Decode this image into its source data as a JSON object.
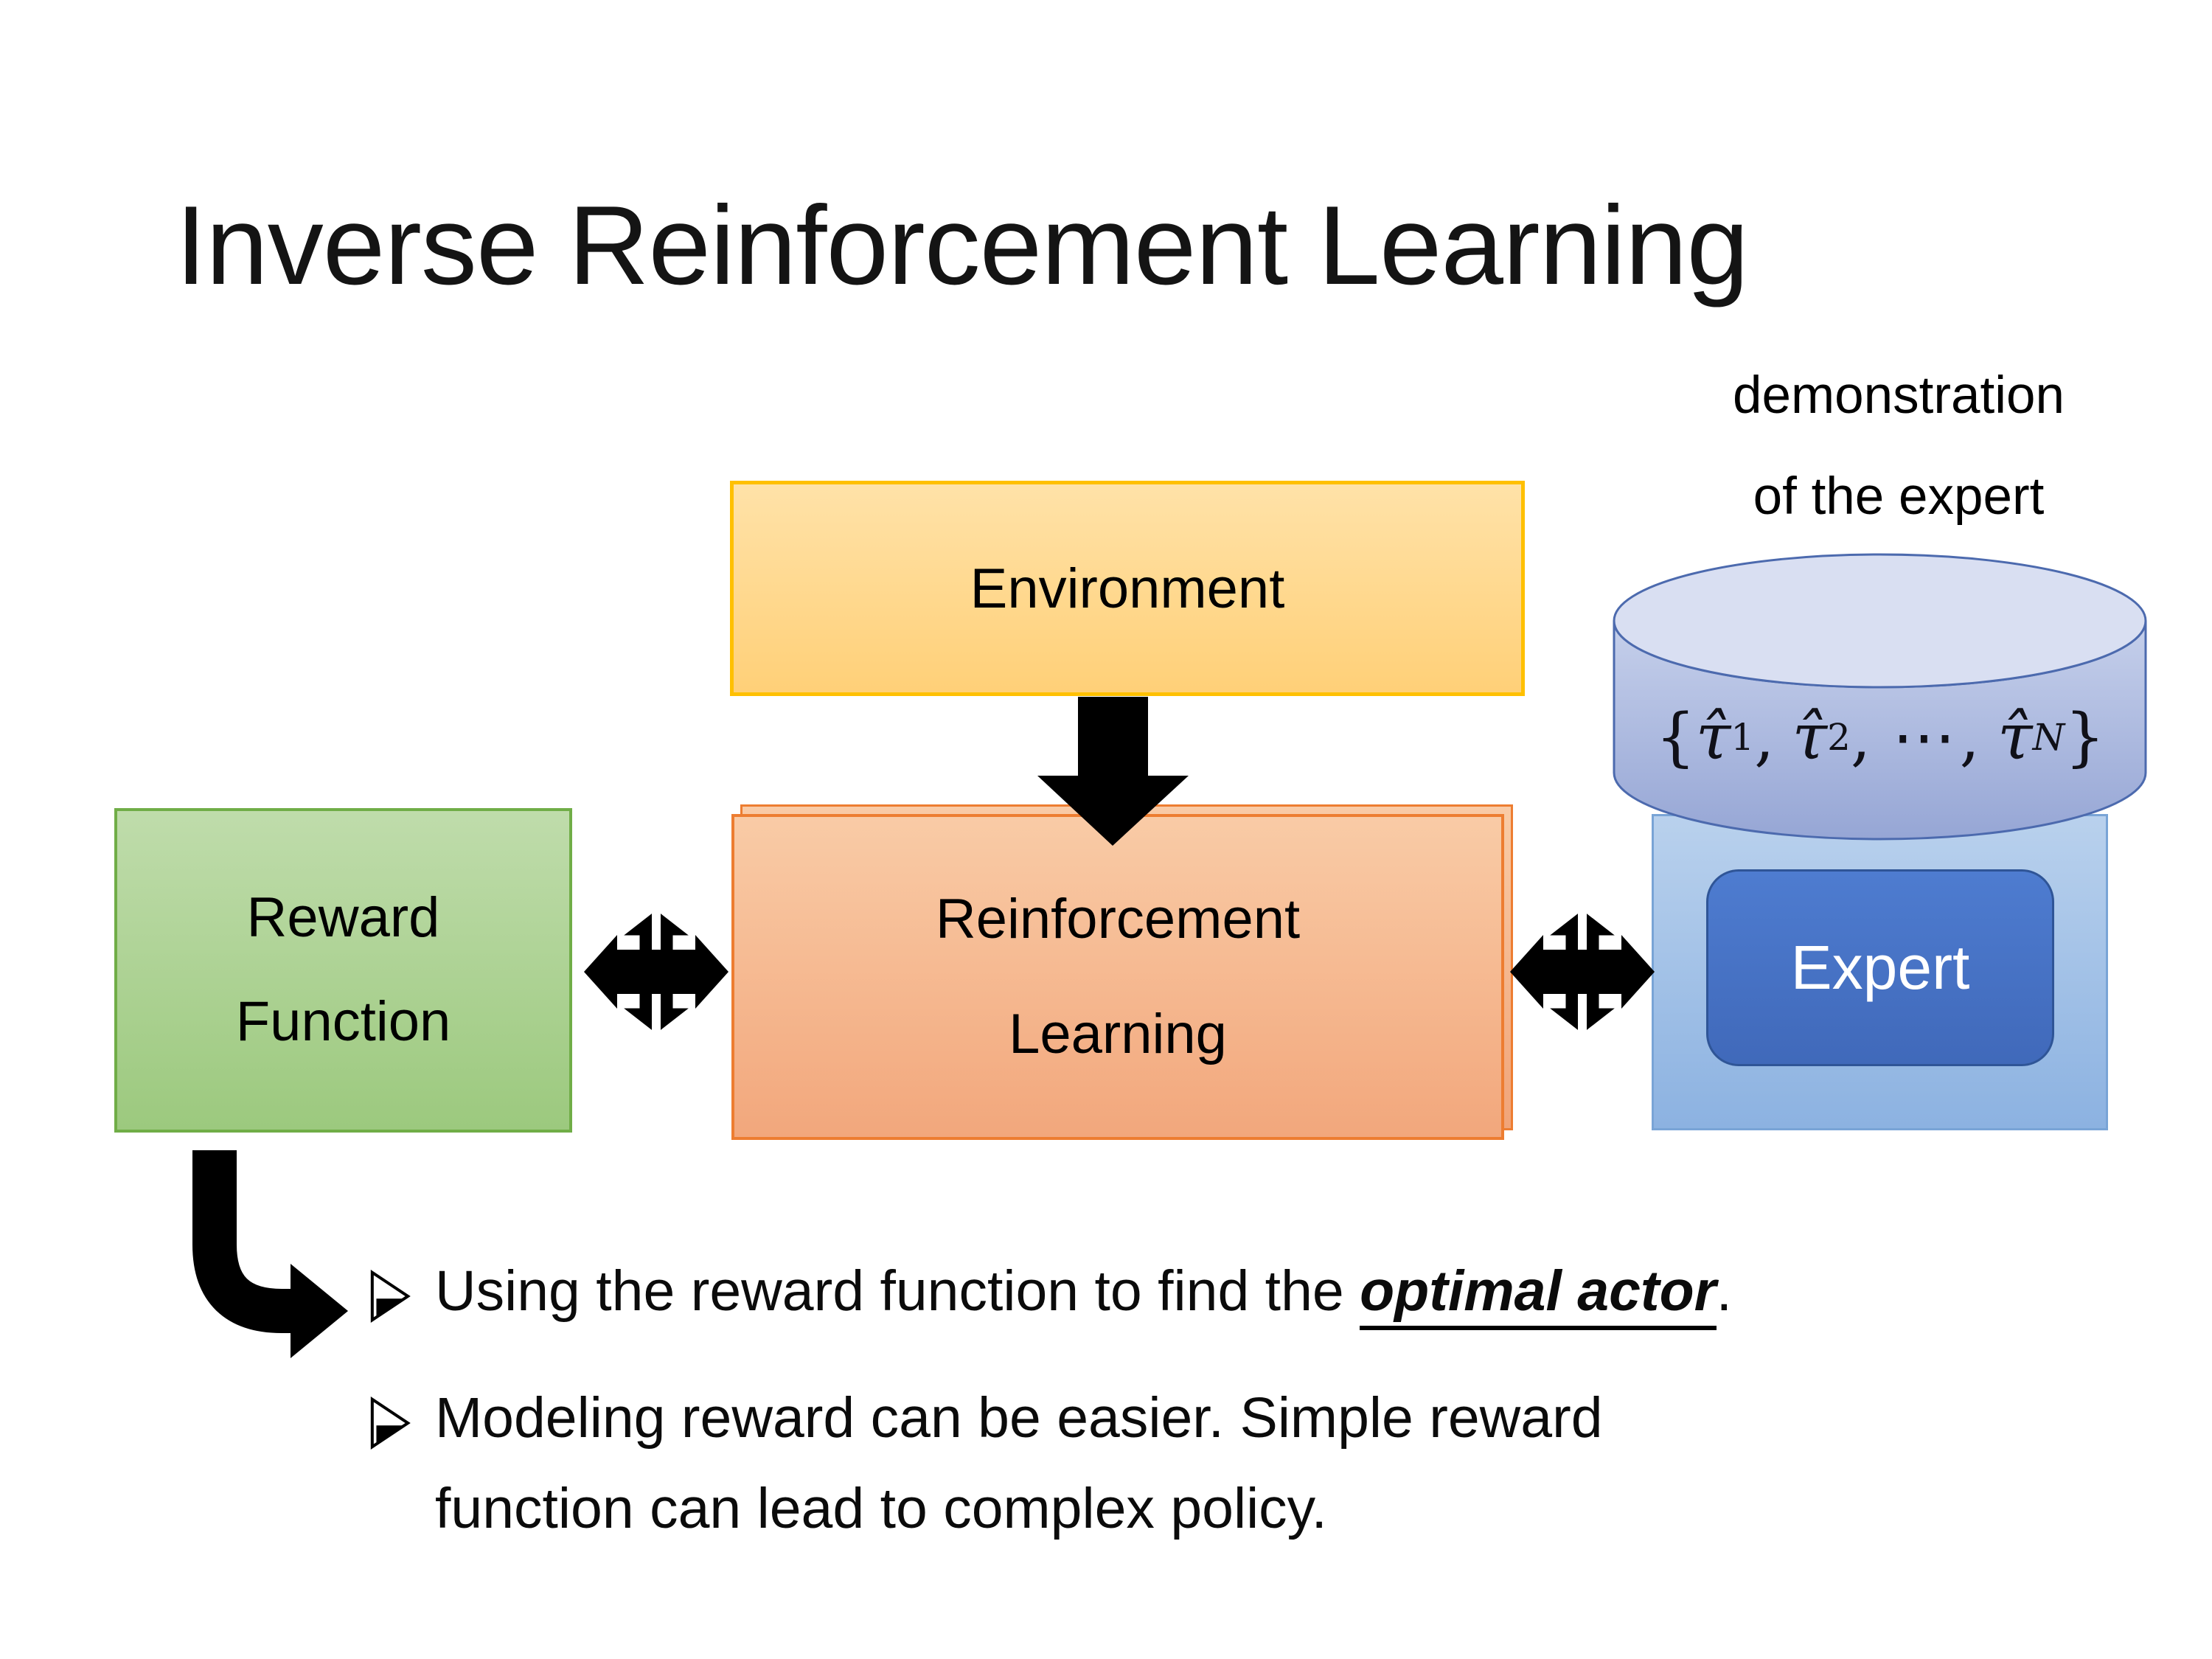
{
  "slide": {
    "title": "Inverse Reinforcement Learning",
    "demo_label": {
      "line1": "demonstration",
      "line2": "of the expert"
    },
    "environment": {
      "label": "Environment"
    },
    "reinforcement_learning": {
      "line1": "Reinforcement",
      "line2": "Learning"
    },
    "reward_function": {
      "line1": "Reward",
      "line2": "Function"
    },
    "expert": {
      "label": "Expert"
    },
    "formula": {
      "open": "{",
      "tau1": "τ̂",
      "sub1": "1",
      "comma1": ",",
      "tau2": "τ̂",
      "sub2": "2",
      "comma2": ",",
      "cdots": "⋯",
      "comma3": ",",
      "tauN": "τ̂",
      "subN": "N",
      "close": "}"
    },
    "bullets": {
      "item1": {
        "prefix": "Using the reward function to find the ",
        "emphasis": "optimal actor",
        "suffix": "."
      },
      "item2": {
        "line1": "Modeling reward can be easier. Simple reward",
        "line2": "function can lead to complex policy."
      }
    }
  },
  "colors": {
    "background": "#FFFFFF",
    "title_text": "#141414",
    "body_text": "#0B0B0B",
    "environment_fill_top": "#FFE2A8",
    "environment_fill_bottom": "#FFD078",
    "environment_border": "#FFC000",
    "rl_fill_top": "#F9CBA6",
    "rl_fill_bottom": "#F2A77C",
    "rl_border": "#ED7D31",
    "reward_fill_top": "#BFDCAB",
    "reward_fill_bottom": "#9CC97E",
    "reward_border": "#70AD47",
    "expert_container_fill_top": "#B9D1ED",
    "expert_container_fill_bottom": "#8CB2E1",
    "expert_container_border": "#79A4D6",
    "expert_fill": "#4472C4",
    "expert_border": "#2F5597",
    "expert_text": "#FFFFFF",
    "cylinder_top_fill": "#D9DFF2",
    "cylinder_body_fill_top": "#C6D0EB",
    "cylinder_body_fill_bottom": "#96A6D5",
    "cylinder_border": "#4C6AAE",
    "arrow": "#000000"
  }
}
